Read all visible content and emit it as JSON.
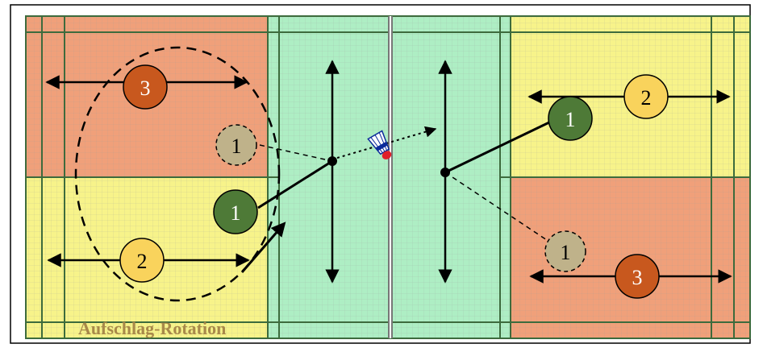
{
  "caption": "Aufschlag-Rotation",
  "players": {
    "left_top": "3",
    "left_ghost": "1",
    "left_server": "1",
    "left_bottom": "2",
    "right_server": "1",
    "right_top": "2",
    "right_ghost": "1",
    "right_bottom": "3"
  },
  "zones": {
    "back_top_left": "orange",
    "back_bottom_left": "yellow",
    "front_left": "green",
    "front_right": "green",
    "back_top_right": "yellow",
    "back_bottom_right": "orange"
  },
  "colors": {
    "orange_zone": "#f0a07a",
    "yellow_zone": "#f7f38a",
    "green_zone": "#aeeec4",
    "player_orange": "#c8581e",
    "player_yellow": "#f9d35c",
    "player_green": "#4e7a37",
    "player_ghost": "#bfb28a",
    "court_line": "#3d6b3d"
  },
  "icons": [
    "shuttlecock-icon"
  ]
}
